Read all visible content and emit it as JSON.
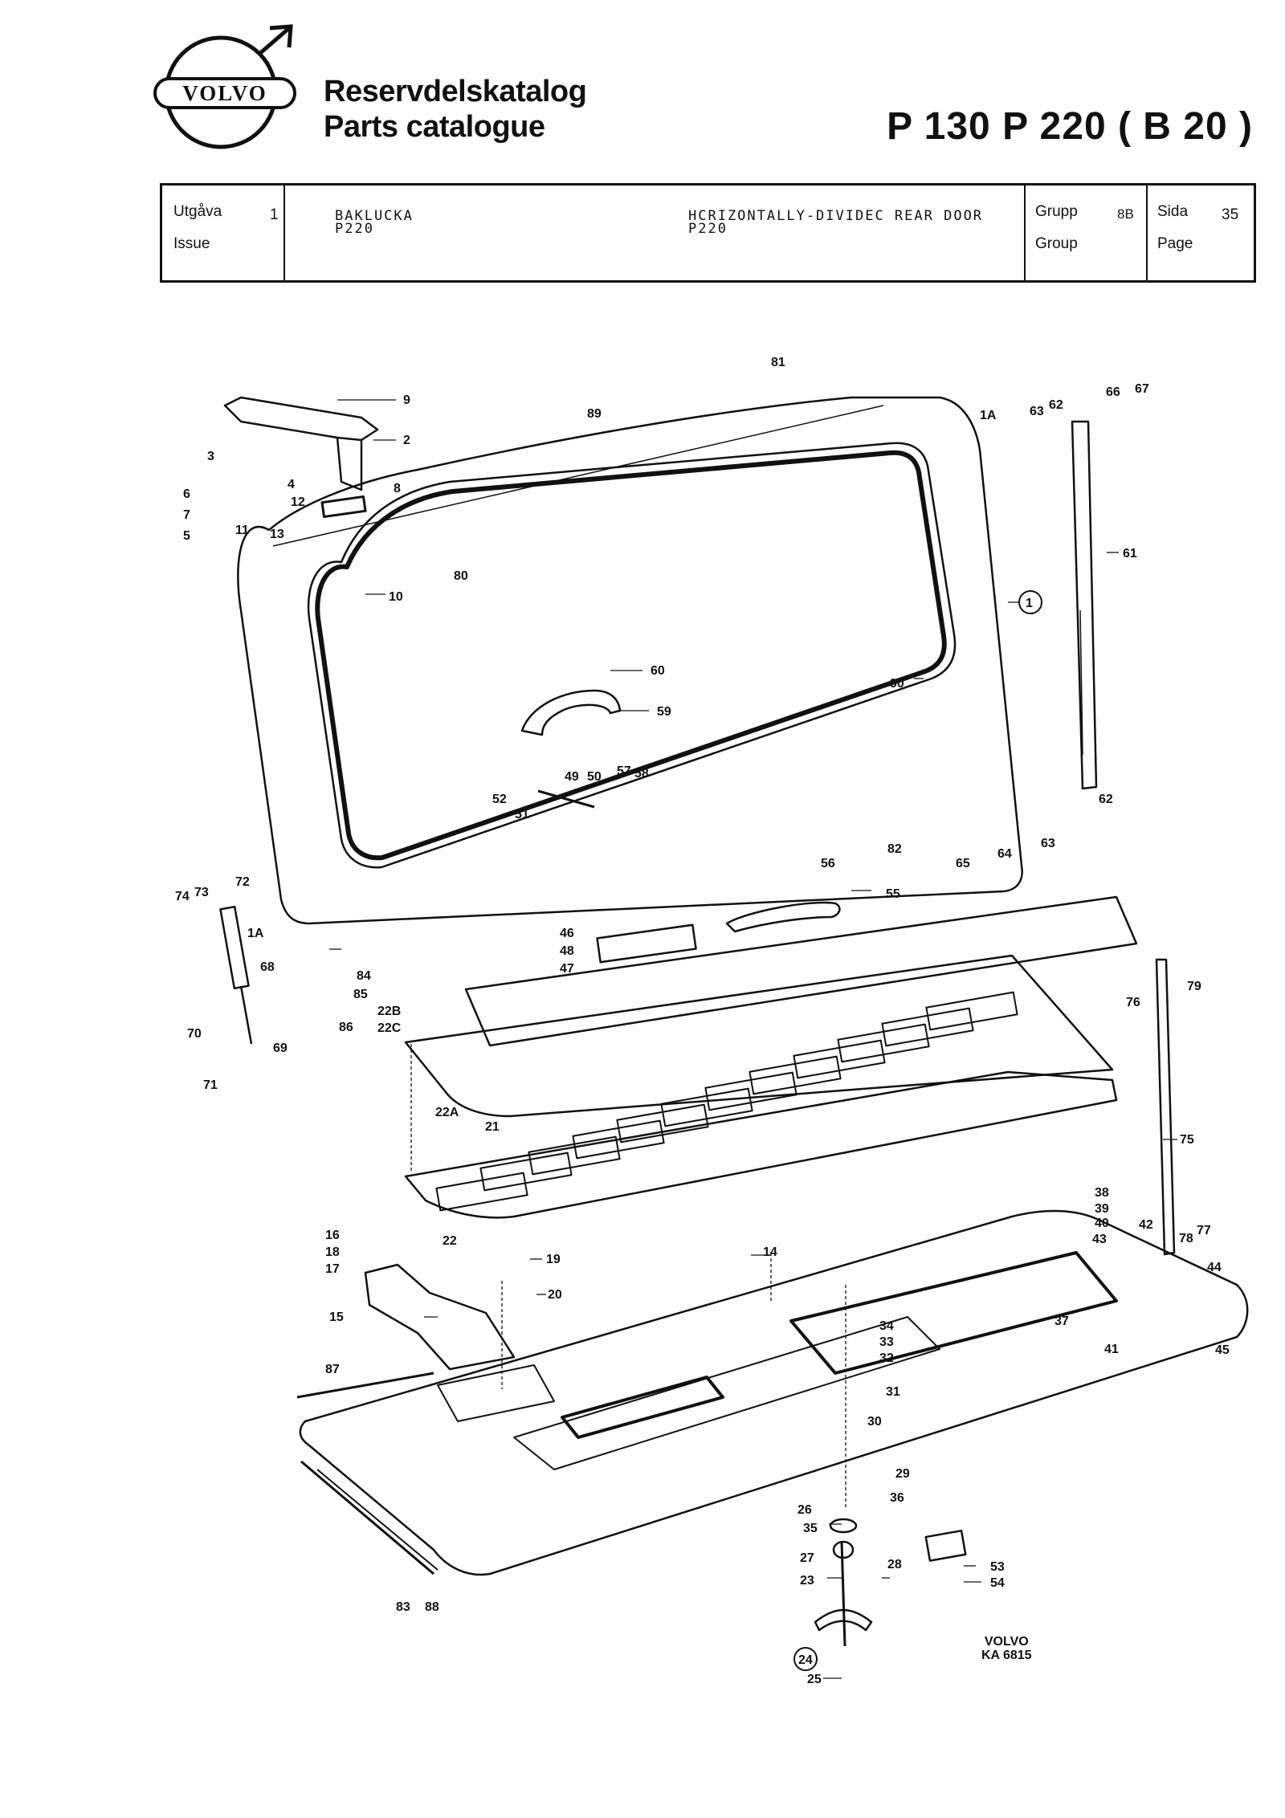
{
  "brand": {
    "logo_text": "VOLVO"
  },
  "header": {
    "title_sv": "Reservdelskatalog",
    "title_en": "Parts catalogue",
    "model": "P 130  P 220 ( B 20 )"
  },
  "info_table": {
    "issue_label_sv": "Utgåva",
    "issue_label_en": "Issue",
    "issue_value": "1",
    "desc_sv_line1": "BAKLUCKA",
    "desc_sv_line2": "P220",
    "desc_en_line1": "HCRIZONTALLY-DIVIDEC REAR DOOR",
    "desc_en_line2": "P220",
    "group_label_sv": "Grupp",
    "group_label_en": "Group",
    "group_value": "8B",
    "page_label_sv": "Sida",
    "page_label_en": "Page",
    "page_value": "35"
  },
  "stamp": {
    "line1": "VOLVO",
    "line2": "KA 6815"
  },
  "callouts": [
    {
      "id": "c1",
      "label": "1"
    },
    {
      "id": "c1a",
      "label": "1A"
    },
    {
      "id": "c1b",
      "label": "1A"
    },
    {
      "id": "c2",
      "label": "2"
    },
    {
      "id": "c3",
      "label": "3"
    },
    {
      "id": "c4",
      "label": "4"
    },
    {
      "id": "c5",
      "label": "5"
    },
    {
      "id": "c6",
      "label": "6"
    },
    {
      "id": "c7",
      "label": "7"
    },
    {
      "id": "c8",
      "label": "8"
    },
    {
      "id": "c9",
      "label": "9"
    },
    {
      "id": "c10",
      "label": "10"
    },
    {
      "id": "c11",
      "label": "11"
    },
    {
      "id": "c12",
      "label": "12"
    },
    {
      "id": "c13",
      "label": "13"
    },
    {
      "id": "c14",
      "label": "14"
    },
    {
      "id": "c15",
      "label": "15"
    },
    {
      "id": "c16",
      "label": "16"
    },
    {
      "id": "c17",
      "label": "17"
    },
    {
      "id": "c18",
      "label": "18"
    },
    {
      "id": "c19",
      "label": "19"
    },
    {
      "id": "c20",
      "label": "20"
    },
    {
      "id": "c21",
      "label": "21"
    },
    {
      "id": "c22",
      "label": "22"
    },
    {
      "id": "c22a",
      "label": "22A"
    },
    {
      "id": "c22b",
      "label": "22B"
    },
    {
      "id": "c22c",
      "label": "22C"
    },
    {
      "id": "c23",
      "label": "23"
    },
    {
      "id": "c24",
      "label": "24"
    },
    {
      "id": "c25",
      "label": "25"
    },
    {
      "id": "c26",
      "label": "26"
    },
    {
      "id": "c27",
      "label": "27"
    },
    {
      "id": "c28",
      "label": "28"
    },
    {
      "id": "c29",
      "label": "29"
    },
    {
      "id": "c30",
      "label": "30"
    },
    {
      "id": "c31",
      "label": "31"
    },
    {
      "id": "c32",
      "label": "32"
    },
    {
      "id": "c33",
      "label": "33"
    },
    {
      "id": "c34",
      "label": "34"
    },
    {
      "id": "c35",
      "label": "35"
    },
    {
      "id": "c36",
      "label": "36"
    },
    {
      "id": "c37",
      "label": "37"
    },
    {
      "id": "c38",
      "label": "38"
    },
    {
      "id": "c39",
      "label": "39"
    },
    {
      "id": "c40",
      "label": "40"
    },
    {
      "id": "c41",
      "label": "41"
    },
    {
      "id": "c42",
      "label": "42"
    },
    {
      "id": "c43",
      "label": "43"
    },
    {
      "id": "c44",
      "label": "44"
    },
    {
      "id": "c45",
      "label": "45"
    },
    {
      "id": "c46",
      "label": "46"
    },
    {
      "id": "c47",
      "label": "47"
    },
    {
      "id": "c48",
      "label": "48"
    },
    {
      "id": "c49",
      "label": "49"
    },
    {
      "id": "c50",
      "label": "50"
    },
    {
      "id": "c51",
      "label": "51"
    },
    {
      "id": "c52",
      "label": "52"
    },
    {
      "id": "c53",
      "label": "53"
    },
    {
      "id": "c54",
      "label": "54"
    },
    {
      "id": "c55",
      "label": "55"
    },
    {
      "id": "c56",
      "label": "56"
    },
    {
      "id": "c57",
      "label": "57"
    },
    {
      "id": "c58",
      "label": "58"
    },
    {
      "id": "c59",
      "label": "59"
    },
    {
      "id": "c60",
      "label": "60"
    },
    {
      "id": "c61",
      "label": "61"
    },
    {
      "id": "c62",
      "label": "62"
    },
    {
      "id": "c62b",
      "label": "62"
    },
    {
      "id": "c63",
      "label": "63"
    },
    {
      "id": "c63b",
      "label": "63"
    },
    {
      "id": "c64",
      "label": "64"
    },
    {
      "id": "c65",
      "label": "65"
    },
    {
      "id": "c66",
      "label": "66"
    },
    {
      "id": "c67",
      "label": "67"
    },
    {
      "id": "c68",
      "label": "68"
    },
    {
      "id": "c69",
      "label": "69"
    },
    {
      "id": "c70",
      "label": "70"
    },
    {
      "id": "c71",
      "label": "71"
    },
    {
      "id": "c72",
      "label": "72"
    },
    {
      "id": "c73",
      "label": "73"
    },
    {
      "id": "c74",
      "label": "74"
    },
    {
      "id": "c75",
      "label": "75"
    },
    {
      "id": "c76",
      "label": "76"
    },
    {
      "id": "c77",
      "label": "77"
    },
    {
      "id": "c78",
      "label": "78"
    },
    {
      "id": "c79",
      "label": "79"
    },
    {
      "id": "c80",
      "label": "80"
    },
    {
      "id": "c81",
      "label": "81"
    },
    {
      "id": "c82",
      "label": "82"
    },
    {
      "id": "c83",
      "label": "83"
    },
    {
      "id": "c84",
      "label": "84"
    },
    {
      "id": "c85",
      "label": "85"
    },
    {
      "id": "c86",
      "label": "86"
    },
    {
      "id": "c87",
      "label": "87"
    },
    {
      "id": "c88",
      "label": "88"
    },
    {
      "id": "c89",
      "label": "89"
    },
    {
      "id": "c90",
      "label": "90"
    }
  ]
}
